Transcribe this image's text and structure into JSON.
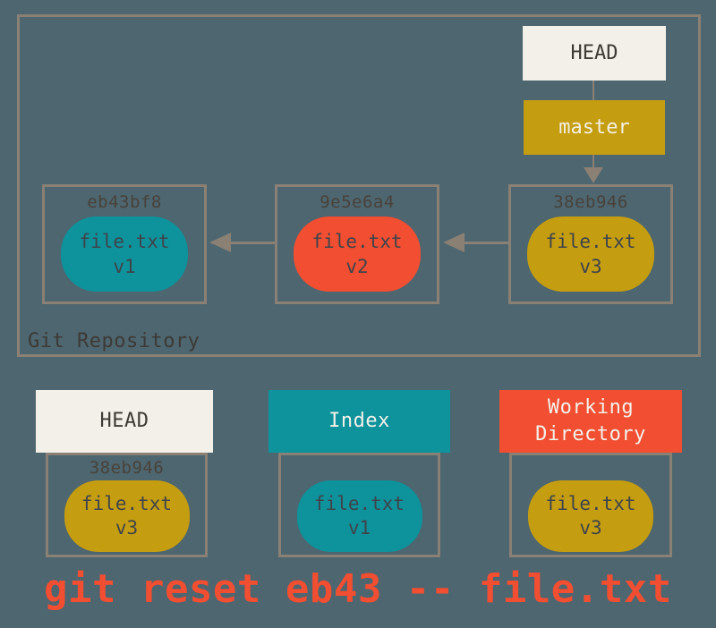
{
  "colors": {
    "background": "#4d6670",
    "border": "#8a8074",
    "cream": "#f2f0e8",
    "gold": "#c59d10",
    "teal": "#0e929c",
    "red_orange": "#f14e32",
    "command_text": "#f14e32"
  },
  "repository": {
    "label": "Git Repository",
    "head_label": "HEAD",
    "branch_label": "master",
    "commits": [
      {
        "hash": "eb43bf8",
        "file": "file.txt",
        "version": "v1"
      },
      {
        "hash": "9e5e6a4",
        "file": "file.txt",
        "version": "v2"
      },
      {
        "hash": "38eb946",
        "file": "file.txt",
        "version": "v3"
      }
    ]
  },
  "areas": {
    "head": {
      "title": "HEAD",
      "hash": "38eb946",
      "file": "file.txt",
      "version": "v3"
    },
    "index": {
      "title": "Index",
      "file": "file.txt",
      "version": "v1"
    },
    "working": {
      "title": "Working Directory",
      "file": "file.txt",
      "version": "v3"
    }
  },
  "command": "git reset eb43 -- file.txt"
}
